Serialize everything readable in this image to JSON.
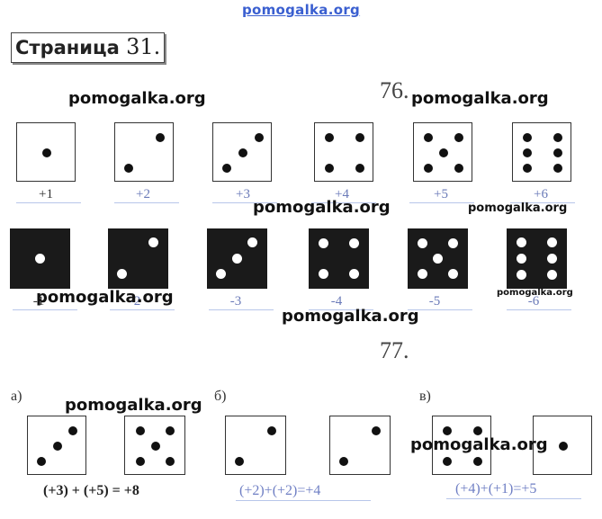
{
  "header": {
    "site": "pomogalka.org"
  },
  "page_title": {
    "label": "Страница",
    "number": "31."
  },
  "exercises": {
    "ex76": "76.",
    "ex77": "77."
  },
  "watermark": "pomogalka.org",
  "row_white_labels": [
    "+1",
    "+2",
    "+3",
    "+4",
    "+5",
    "+6"
  ],
  "row_black_labels": [
    "-1",
    "-2",
    "-3",
    "-4",
    "-5",
    "-6"
  ],
  "ex77": {
    "a": {
      "letter": "а)",
      "equation": "(+3) + (+5) = +8"
    },
    "b": {
      "letter": "б)",
      "equation": "(+2)+(+2)=+4"
    },
    "c": {
      "letter": "в)",
      "equation": "(+4)+(+1)=+5"
    }
  },
  "colors": {
    "header_link": "#3a5fd0",
    "handwriting": "#6a7ab8",
    "die_black": "#1a1a1a"
  }
}
